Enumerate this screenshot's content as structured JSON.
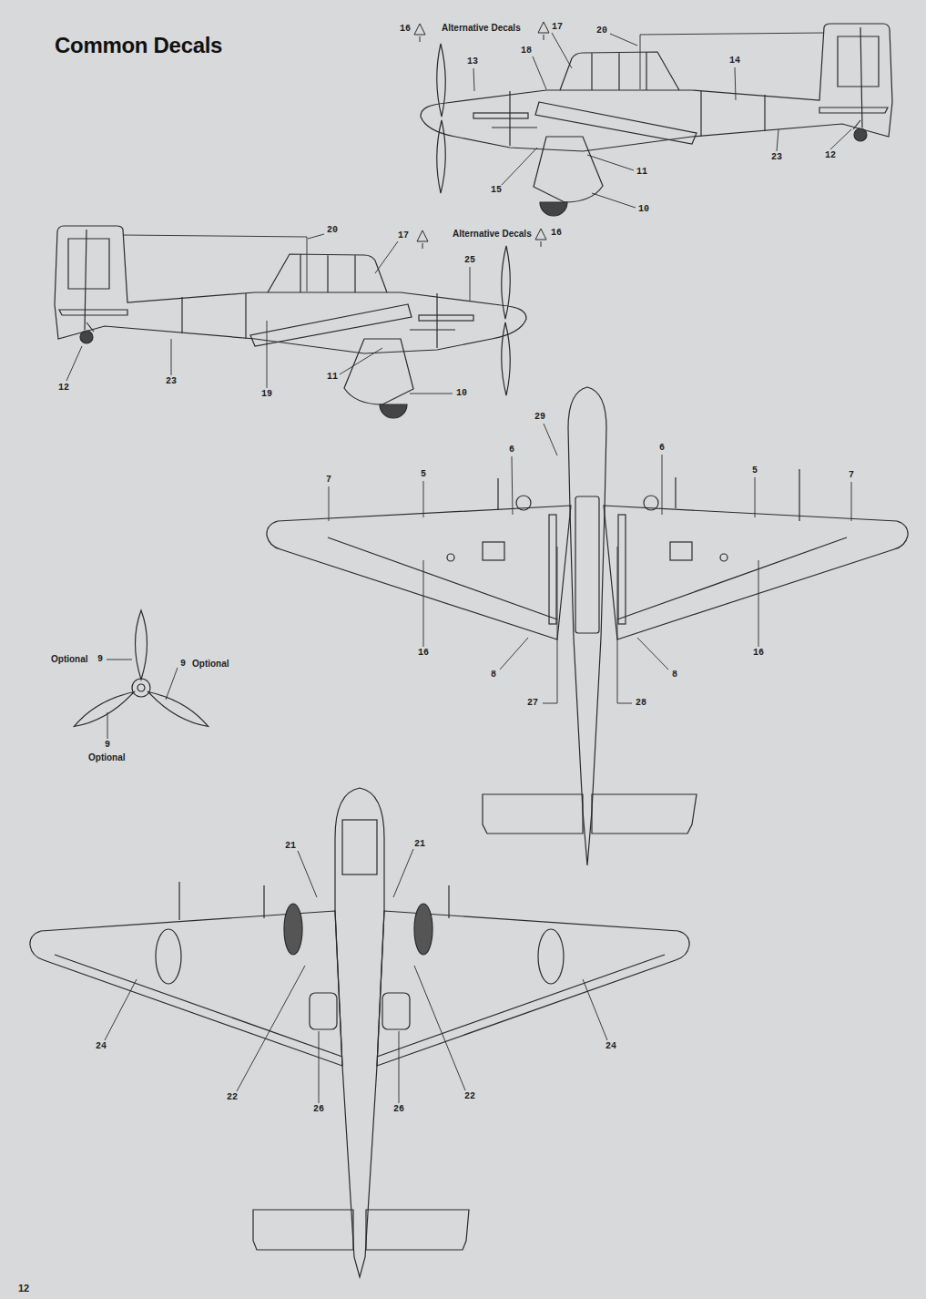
{
  "diagram": {
    "title": "Common Decals",
    "labels": [
      "16",
      "Alternative Decals",
      "17",
      "20",
      "18",
      "13",
      "14",
      "23",
      "12",
      "11",
      "15",
      "10",
      "20",
      "17",
      "Alternative Decals",
      "16",
      "25",
      "12",
      "23",
      "19",
      "11",
      "10",
      "29",
      "6",
      "6",
      "7",
      "5",
      "5",
      "7",
      "16",
      "16",
      "8",
      "8",
      "27",
      "28",
      "Optional",
      "9",
      "9",
      "Optional",
      "9",
      "Optional",
      "21",
      "21",
      "24",
      "24",
      "22",
      "26",
      "26",
      "22",
      "12"
    ]
  }
}
